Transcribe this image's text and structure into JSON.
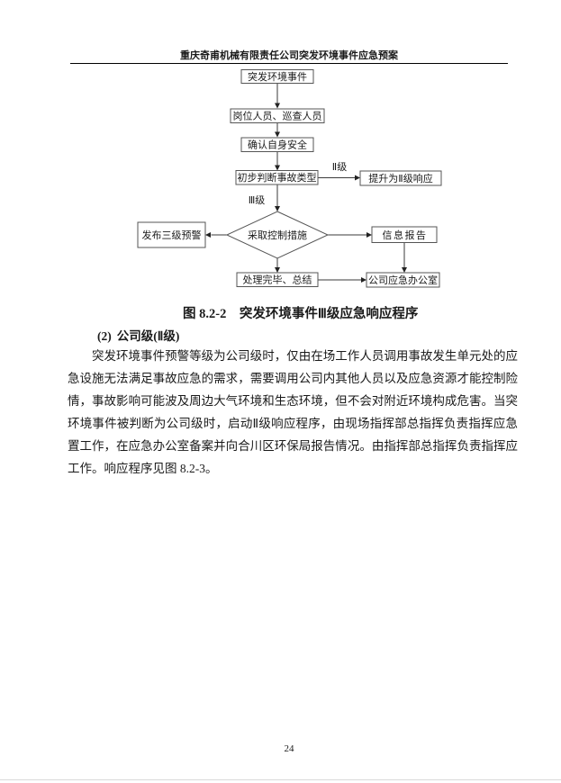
{
  "header": {
    "title": "重庆奇甫机械有限责任公司突发环境事件应急预案"
  },
  "flowchart": {
    "nodes": {
      "start": "突发环境事件",
      "personnel": "岗位人员、巡查人员",
      "confirm": "确认自身安全",
      "judge": "初步判断事故类型",
      "upgrade": "提升为Ⅱ级响应",
      "warning": "发布三级预警",
      "control": "采取控制措施",
      "report": "信息报告",
      "finish": "处理完毕、总结",
      "office": "公司应急办公室"
    },
    "labels": {
      "level2": "Ⅱ级",
      "level3": "Ⅲ级"
    }
  },
  "caption": "图 8.2-2　突发环境事件Ⅲ级应急响应程序",
  "section": {
    "num": "(2)",
    "title": "公司级(Ⅱ级)"
  },
  "paragraph": {
    "lines": [
      "突发环境事件预警等级为公司级时，仅由在场工作人员调用事故发生单元处的应",
      "急设施无法满足事故应急的需求，需要调用公司内其他人员以及应急资源才能控制险",
      "情，事故影响可能波及周边大气环境和生态环境，但不会对附近环境构成危害。当突发",
      "环境事件被判断为公司级时，启动Ⅱ级响应程序，由现场指挥部总指挥负责指挥应急处",
      "置工作，在应急办公室备案并向合川区环保局报告情况。由指挥部总指挥负责指挥应急",
      "工作。响应程序见图 8.2-3。"
    ]
  },
  "footer": {
    "page_number": "24"
  }
}
